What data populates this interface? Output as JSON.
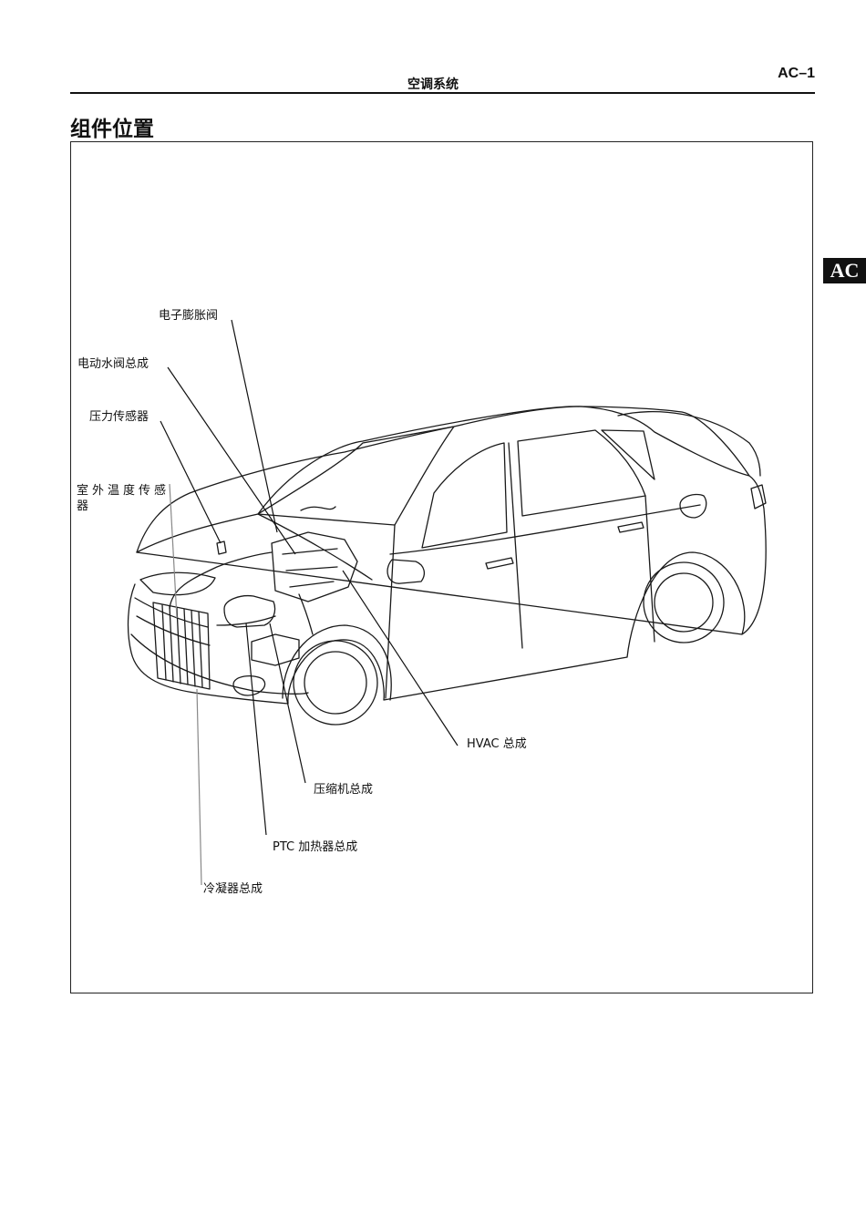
{
  "header": {
    "chapter_title": "空调系统",
    "page_number": "AC–1"
  },
  "section_title": "组件位置",
  "side_tab": "AC",
  "diagram": {
    "callouts": {
      "electronic_expansion_valve": "电子膨胀阀",
      "electric_water_valve": "电动水阀总成",
      "pressure_sensor": "压力传感器",
      "outdoor_temp_sensor": "室外温度传感器",
      "hvac": "HVAC 总成",
      "compressor": "压缩机总成",
      "ptc_heater": "PTC 加热器总成",
      "condenser": "冷凝器总成"
    }
  }
}
